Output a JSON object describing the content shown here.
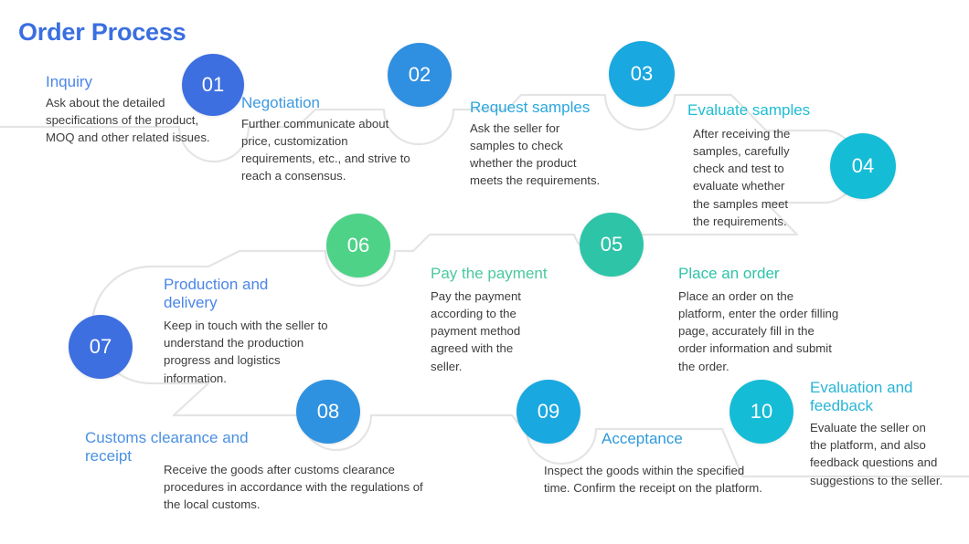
{
  "page": {
    "title": "Order Process",
    "title_color": "#3a6fe0",
    "background": "#ffffff",
    "connector_color": "#e3e3e3"
  },
  "steps": [
    {
      "number": "01",
      "heading": "Inquiry",
      "body": "Ask about the detailed specifications of the product, MOQ and other related issues.",
      "circle_color": "#3d6fe0",
      "heading_color": "#4a86e8"
    },
    {
      "number": "02",
      "heading": "Negotiation",
      "body": "Further communicate about price, customization requirements, etc., and strive to reach a consensus.",
      "circle_color": "#2f8fe0",
      "heading_color": "#3d9ae0"
    },
    {
      "number": "03",
      "heading": "Request samples",
      "body": "Ask the seller for samples to check whether the product meets the requirements.",
      "circle_color": "#19a8e0",
      "heading_color": "#2aa7dd"
    },
    {
      "number": "04",
      "heading": "Evaluate samples",
      "body": "After receiving the samples, carefully check and test to evaluate whether the samples meet the requirements.",
      "circle_color": "#15bcd6",
      "heading_color": "#1fbcd4"
    },
    {
      "number": "05",
      "heading": "Pay the payment",
      "body": "Pay the payment according to the payment method agreed with the seller.",
      "circle_color": "#2ec4a8",
      "heading_color": "#49c99f"
    },
    {
      "number": "06",
      "heading": "Production and delivery",
      "body": "Keep in touch with the seller to understand the production progress and logistics information.",
      "circle_color": "#4ed288",
      "heading_color": "#4a86e8"
    },
    {
      "number": "07",
      "heading": "Customs clearance and receipt",
      "body": "Receive the goods after customs clearance procedures in accordance with the regulations of the local customs.",
      "circle_color": "#3d6fe0",
      "heading_color": "#4a90e2"
    },
    {
      "number": "08",
      "heading": "Acceptance",
      "body": "Inspect the goods within the specified time. Confirm the receipt on the platform.",
      "circle_color": "#2f92e0",
      "heading_color": "#2f9ada"
    },
    {
      "number": "09",
      "heading": "Evaluation and feedback",
      "body": "Evaluate the seller on the platform, and also feedback questions and suggestions to the seller.",
      "circle_color": "#19a8e0",
      "heading_color": "#2ab4d6"
    },
    {
      "number": "10",
      "heading": "Place an order",
      "body": "Place an order on the platform, enter the order filling page, accurately fill in the order information and submit the order.",
      "circle_color": "#15bcd6",
      "heading_color": "#2ec4a8"
    }
  ]
}
